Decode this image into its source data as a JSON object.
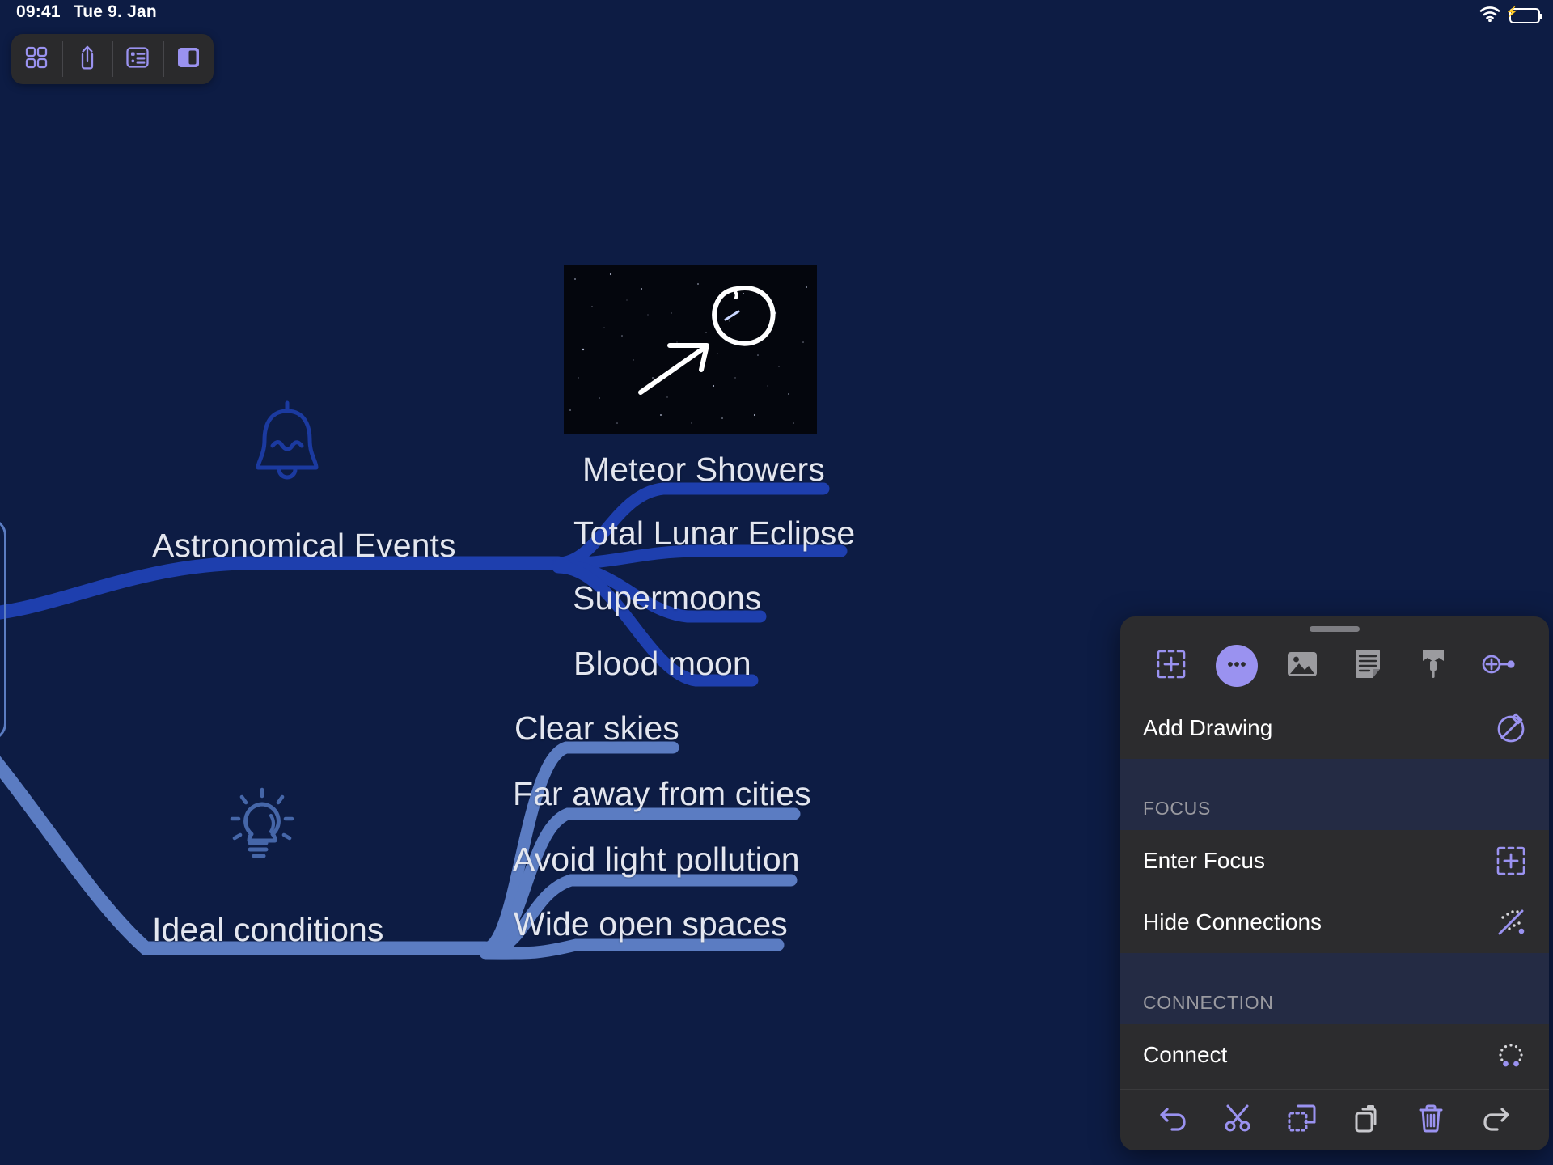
{
  "status_bar": {
    "time": "09:41",
    "date": "Tue 9. Jan",
    "wifi_icon": "wifi-icon",
    "battery_icon": "battery-charging-icon",
    "battery_color": "#32d74b"
  },
  "top_toolbar": {
    "buttons": [
      {
        "name": "grid-view-button",
        "icon": "grid-icon",
        "label": "Grid view",
        "active": false
      },
      {
        "name": "share-button",
        "icon": "share-icon",
        "label": "Share",
        "active": false
      },
      {
        "name": "outline-button",
        "icon": "list-outline-icon",
        "label": "Outline",
        "active": false
      },
      {
        "name": "sidebar-button",
        "icon": "sidebar-icon",
        "label": "Sidebar",
        "active": true
      }
    ],
    "accent_color": "#9a92f0",
    "background": "#2a2a2c"
  },
  "canvas": {
    "background": "#0d1c44",
    "branch_colors": {
      "astronomical": "#1e3fae",
      "ideal": "#5b7cc2"
    },
    "branches": [
      {
        "name": "astronomical-events",
        "label": "Astronomical Events",
        "icon": "bell-icon",
        "color": "#1e3fae",
        "children": [
          {
            "label": "Meteor Showers",
            "has_image": true
          },
          {
            "label": "Total Lunar Eclipse",
            "has_image": false
          },
          {
            "label": "Supermoons",
            "has_image": false
          },
          {
            "label": "Blood moon",
            "has_image": false
          }
        ]
      },
      {
        "name": "ideal-conditions",
        "label": "Ideal conditions",
        "icon": "lightbulb-icon",
        "color": "#5b7cc2",
        "children": [
          {
            "label": "Clear skies",
            "has_image": false
          },
          {
            "label": "Far away from cities",
            "has_image": false
          },
          {
            "label": "Avoid light pollution",
            "has_image": false
          },
          {
            "label": "Wide open spaces",
            "has_image": false
          }
        ]
      }
    ],
    "attachment": {
      "name": "meteor-shower-photo",
      "description": "night sky starfield photo",
      "annotation": "hand-drawn white circle and arrow"
    }
  },
  "context_panel": {
    "grabber": "drag-handle",
    "tools": [
      {
        "name": "focus-tool",
        "icon": "focus-crosshair-icon",
        "active": false
      },
      {
        "name": "more-tool",
        "icon": "ellipsis-circle-icon",
        "active": true
      },
      {
        "name": "image-tool",
        "icon": "image-icon",
        "active": false
      },
      {
        "name": "note-tool",
        "icon": "note-icon",
        "active": false
      },
      {
        "name": "style-tool",
        "icon": "paintbrush-icon",
        "active": false
      },
      {
        "name": "connection-tool",
        "icon": "connect-node-icon",
        "active": false
      }
    ],
    "rows": [
      {
        "name": "add-drawing",
        "label": "Add Drawing",
        "icon": "drawing-circle-icon"
      }
    ],
    "sections": [
      {
        "name": "focus-section",
        "title": "FOCUS",
        "rows": [
          {
            "name": "enter-focus",
            "label": "Enter Focus",
            "icon": "focus-crosshair-icon"
          },
          {
            "name": "hide-connections",
            "label": "Hide Connections",
            "icon": "hide-connections-icon"
          }
        ]
      },
      {
        "name": "connection-section",
        "title": "CONNECTION",
        "rows": [
          {
            "name": "connect",
            "label": "Connect",
            "icon": "connect-dotted-icon"
          }
        ]
      }
    ],
    "actions": [
      {
        "name": "undo-button",
        "icon": "undo-icon",
        "enabled": true
      },
      {
        "name": "cut-button",
        "icon": "scissors-icon",
        "enabled": true
      },
      {
        "name": "duplicate-button",
        "icon": "duplicate-icon",
        "enabled": true
      },
      {
        "name": "copy-button",
        "icon": "copy-icon",
        "enabled": false
      },
      {
        "name": "delete-button",
        "icon": "trash-icon",
        "enabled": true
      },
      {
        "name": "redo-button",
        "icon": "redo-icon",
        "enabled": false
      }
    ],
    "accent_color": "#9a92f0",
    "background": "#2c2c2e",
    "section_background": "#242b44"
  }
}
